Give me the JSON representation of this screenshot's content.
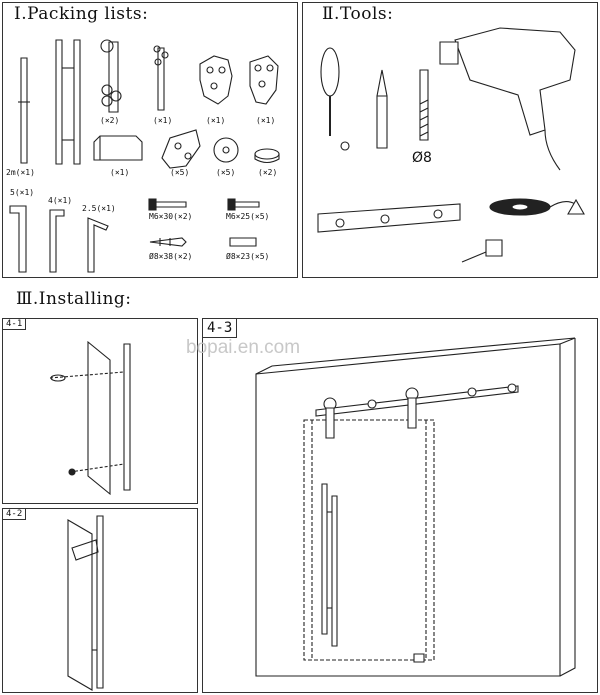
{
  "sections": {
    "packing": "Ⅰ.Packing lists:",
    "tools": "Ⅱ.Tools:",
    "installing": "Ⅲ.Installing:"
  },
  "packing_items": {
    "rail": "2m(×1)",
    "handle": "",
    "roller": "(×2)",
    "stopper": "(×1)",
    "hanger_left": "(×1)",
    "hanger_right": "(×1)",
    "guide": "(×1)",
    "bracket": "(×5)",
    "washer": "(×5)",
    "cap": "(×2)",
    "hex5": "5(×1)",
    "hex4": "4(×1)",
    "hex25": "2.5(×1)",
    "screw_m6x30": "M6×30(×2)",
    "screw_m6x25": "M6×25(×5)",
    "anchor_8x38": "Ø8×38(×2)",
    "anchor_8x23": "Ø8×23(×5)"
  },
  "tools": {
    "drill_bit": "Ø8"
  },
  "steps": {
    "s1": "4-1",
    "s2": "4-2",
    "s3": "4-3"
  },
  "watermark": "bopai.en.com"
}
